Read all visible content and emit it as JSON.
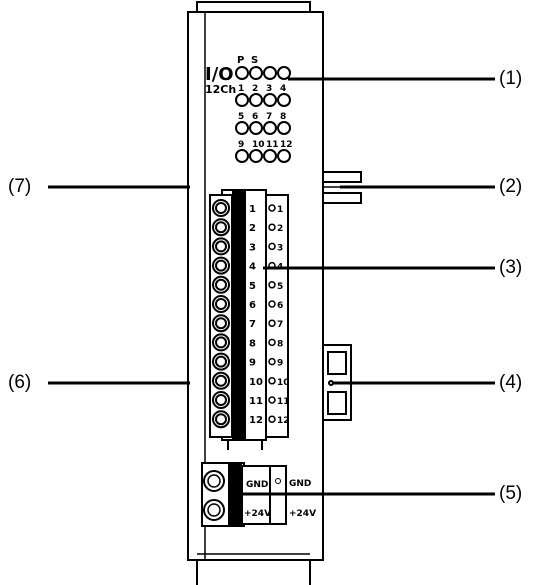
{
  "device": {
    "io_label": "I/O",
    "channels_label": "12Ch",
    "led_header": [
      "P",
      "S"
    ],
    "led_numbers": [
      "1",
      "2",
      "3",
      "4",
      "5",
      "6",
      "7",
      "8",
      "9",
      "10",
      "11",
      "12"
    ],
    "terminal_numbers": [
      "1",
      "2",
      "3",
      "4",
      "5",
      "6",
      "7",
      "8",
      "9",
      "10",
      "11",
      "12"
    ],
    "power_labels": [
      "GND",
      "+24V"
    ]
  },
  "callouts": [
    "(1)",
    "(2)",
    "(3)",
    "(4)",
    "(5)",
    "(6)",
    "(7)"
  ]
}
